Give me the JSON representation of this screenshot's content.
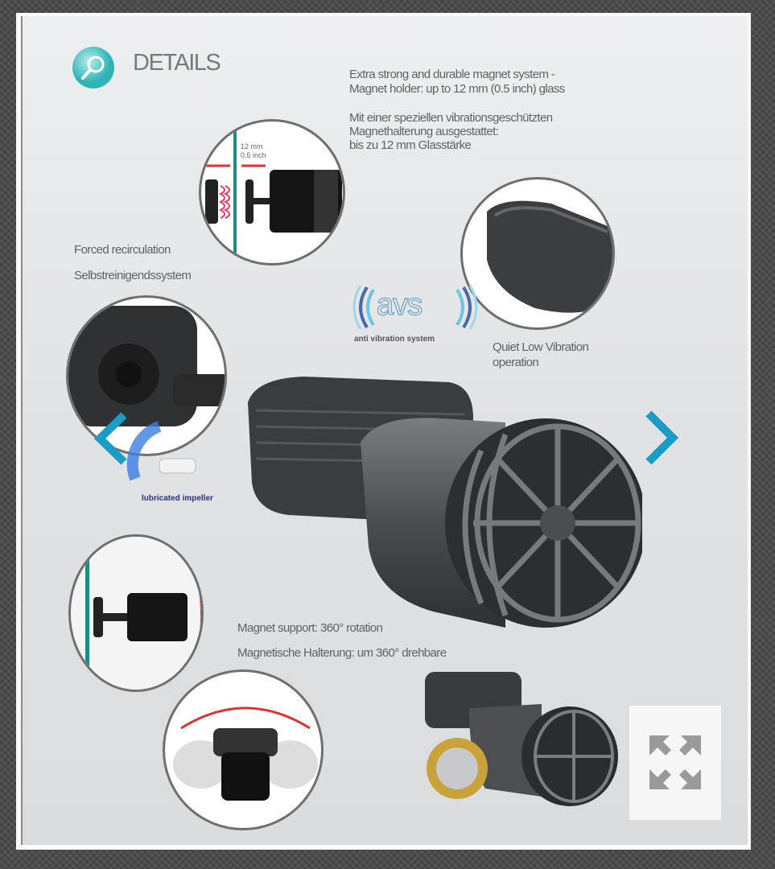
{
  "viewer": {
    "title": "DETAILS",
    "magnet_text": {
      "en_line1": "Extra strong and durable magnet system -",
      "en_line2": "Magnet holder: up to 12 mm (0.5 inch) glass",
      "de_line1": "Mit einer speziellen vibrationsgeschützten",
      "de_line2": "Magnethalterung ausgestattet:",
      "de_line3": "bis zu 12 mm Glasstärke"
    },
    "glass_label_mm": "12 mm",
    "glass_label_inch": "0.5 inch",
    "recirculation_en": "Forced recirculation",
    "recirculation_de": "Selbstreinigendssystem",
    "avs_logo": "avs",
    "avs_caption": "anti vibration system",
    "quiet_line1": "Quiet Low Vibration",
    "quiet_line2": "operation",
    "impeller_logo": "lubricated impeller",
    "rotation_en": "Magnet support: 360° rotation",
    "rotation_de": "Magnetische Halterung: um 360° drehbare"
  },
  "controls": {
    "prev_icon": "chevron-left-icon",
    "next_icon": "chevron-right-icon",
    "fullscreen_icon": "expand-arrows-icon"
  },
  "colors": {
    "accent_arrow": "#1a9cc6",
    "teal_icon": "#3bbfbf",
    "frame_bg": "#4a4a4a"
  }
}
